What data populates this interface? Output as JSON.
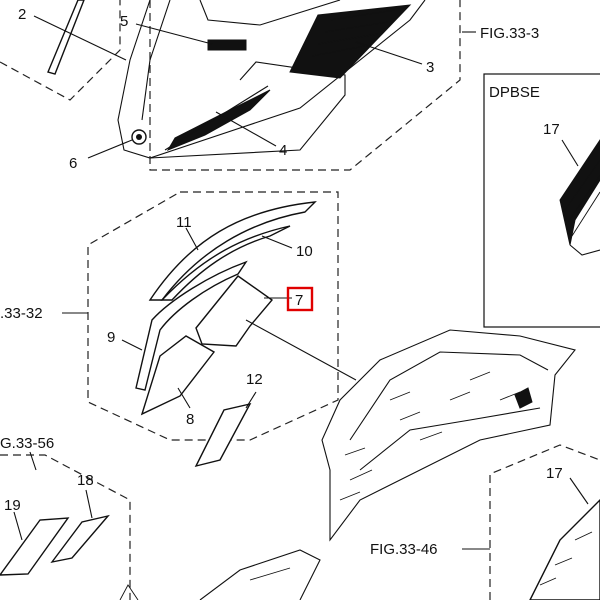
{
  "box_title": "DPBSE",
  "figure_refs": {
    "top_right": "FIG.33-3",
    "left_group": ".33-32",
    "bottom_left": "G.33-56",
    "bottom_right": "FIG.33-46"
  },
  "callouts": {
    "c2": "2",
    "c3": "3",
    "c4": "4",
    "c5": "5",
    "c6": "6",
    "c7": "7",
    "c8": "8",
    "c9": "9",
    "c10": "10",
    "c11": "11",
    "c12": "12",
    "c17a": "17",
    "c17b": "17",
    "c18": "18",
    "c19": "19"
  },
  "highlight_color": "#e00000"
}
